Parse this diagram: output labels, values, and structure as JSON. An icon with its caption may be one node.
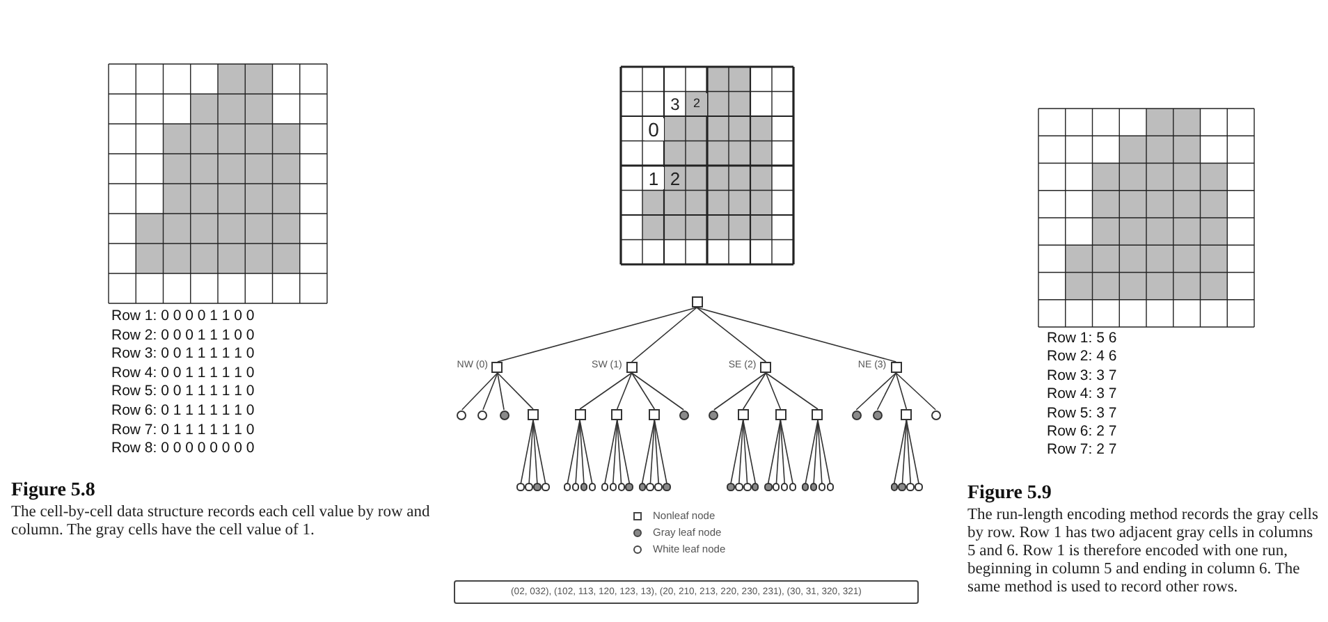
{
  "diagram": {
    "nodes": [
      {
        "text": [],
        "shape": "box"
      },
      {
        "text": [],
        "shape": "box",
        "beside": [
          "NW (0)"
        ]
      },
      {
        "text": [],
        "shape": "box",
        "beside": [
          "SW (1)"
        ]
      },
      {
        "text": [],
        "shape": "box",
        "beside": [
          "SE (2)"
        ]
      },
      {
        "text": [],
        "shape": "box",
        "beside": [
          "NE (3)"
        ]
      },
      {
        "text": [],
        "shape": "circle"
      },
      {
        "text": [],
        "shape": "circle"
      },
      {
        "text": [],
        "shape": "circle"
      },
      {
        "text": [],
        "shape": "box"
      },
      {
        "text": [],
        "shape": "box"
      },
      {
        "text": [],
        "shape": "box"
      },
      {
        "text": [],
        "shape": "box"
      },
      {
        "text": [],
        "shape": "circle"
      },
      {
        "text": [],
        "shape": "circle"
      },
      {
        "text": [],
        "shape": "box"
      },
      {
        "text": [],
        "shape": "box"
      },
      {
        "text": [],
        "shape": "box"
      },
      {
        "text": [],
        "shape": "circle"
      },
      {
        "text": [],
        "shape": "circle"
      },
      {
        "text": [],
        "shape": "box"
      },
      {
        "text": [],
        "shape": "circle"
      },
      {
        "text": [],
        "shape": "circle"
      },
      {
        "text": [],
        "shape": "circle"
      },
      {
        "text": [],
        "shape": "circle"
      },
      {
        "text": [],
        "shape": "circle"
      },
      {
        "text": [],
        "shape": "circle"
      },
      {
        "text": [],
        "shape": "circle"
      },
      {
        "text": [],
        "shape": "circle"
      },
      {
        "text": [],
        "shape": "circle"
      },
      {
        "text": [],
        "shape": "circle"
      },
      {
        "text": [],
        "shape": "circle"
      },
      {
        "text": [],
        "shape": "circle"
      },
      {
        "text": [],
        "shape": "circle"
      },
      {
        "text": [],
        "shape": "circle"
      },
      {
        "text": [],
        "shape": "circle"
      },
      {
        "text": [],
        "shape": "circle"
      },
      {
        "text": [],
        "shape": "circle"
      },
      {
        "text": [],
        "shape": "circle"
      },
      {
        "text": [],
        "shape": "circle"
      },
      {
        "text": [],
        "shape": "circle"
      },
      {
        "text": [],
        "shape": "circle"
      },
      {
        "text": [],
        "shape": "circle"
      },
      {
        "text": [],
        "shape": "circle"
      },
      {
        "text": [],
        "shape": "circle"
      },
      {
        "text": [],
        "shape": "circle"
      },
      {
        "text": [],
        "shape": "circle"
      },
      {
        "text": [],
        "shape": "circle"
      },
      {
        "text": [],
        "shape": "circle"
      },
      {
        "text": [],
        "shape": "circle"
      },
      {
        "text": [],
        "shape": "circle"
      },
      {
        "text": [],
        "shape": "circle"
      },
      {
        "text": [],
        "shape": "circle"
      },
      {
        "text": [],
        "shape": "circle"
      },
      {
        "text": [
          "(02, 032), (102, 113, 120, 123, 13), (20, 210, 213, 220, 230, 231), (30, 31, 320, 321)"
        ]
      }
    ],
    "edges": [
      {
        "from": 0,
        "to": 1,
        "arrow": "none"
      },
      {
        "from": 0,
        "to": 2,
        "arrow": "none"
      },
      {
        "from": 0,
        "to": 3,
        "arrow": "none"
      },
      {
        "from": 0,
        "to": 4,
        "arrow": "none"
      },
      {
        "from": 1,
        "to": 5,
        "arrow": "none"
      },
      {
        "from": 1,
        "to": 6,
        "arrow": "none"
      },
      {
        "from": 1,
        "to": 7,
        "arrow": "none"
      },
      {
        "from": 1,
        "to": 8,
        "arrow": "none"
      },
      {
        "from": 2,
        "to": 9,
        "arrow": "none"
      },
      {
        "from": 2,
        "to": 10,
        "arrow": "none"
      },
      {
        "from": 2,
        "to": 11,
        "arrow": "none"
      },
      {
        "from": 2,
        "to": 12,
        "arrow": "none"
      },
      {
        "from": 3,
        "to": 13,
        "arrow": "none"
      },
      {
        "from": 3,
        "to": 14,
        "arrow": "none"
      },
      {
        "from": 3,
        "to": 15,
        "arrow": "none"
      },
      {
        "from": 3,
        "to": 16,
        "arrow": "none"
      },
      {
        "from": 4,
        "to": 17,
        "arrow": "none"
      },
      {
        "from": 4,
        "to": 18,
        "arrow": "none"
      },
      {
        "from": 4,
        "to": 19,
        "arrow": "none"
      },
      {
        "from": 4,
        "to": 20,
        "arrow": "none"
      },
      {
        "from": 8,
        "to": 21,
        "arrow": "none"
      },
      {
        "from": 8,
        "to": 22,
        "arrow": "none"
      },
      {
        "from": 8,
        "to": 23,
        "arrow": "none"
      },
      {
        "from": 8,
        "to": 24,
        "arrow": "none"
      },
      {
        "from": 9,
        "to": 25,
        "arrow": "none"
      },
      {
        "from": 9,
        "to": 26,
        "arrow": "none"
      },
      {
        "from": 9,
        "to": 27,
        "arrow": "none"
      },
      {
        "from": 9,
        "to": 28,
        "arrow": "none"
      },
      {
        "from": 10,
        "to": 29,
        "arrow": "none"
      },
      {
        "from": 10,
        "to": 30,
        "arrow": "none"
      },
      {
        "from": 10,
        "to": 31,
        "arrow": "none"
      },
      {
        "from": 10,
        "to": 32,
        "arrow": "none"
      },
      {
        "from": 11,
        "to": 33,
        "arrow": "none"
      },
      {
        "from": 11,
        "to": 34,
        "arrow": "none"
      },
      {
        "from": 11,
        "to": 35,
        "arrow": "none"
      },
      {
        "from": 11,
        "to": 36,
        "arrow": "none"
      },
      {
        "from": 14,
        "to": 37,
        "arrow": "none"
      },
      {
        "from": 14,
        "to": 38,
        "arrow": "none"
      },
      {
        "from": 14,
        "to": 39,
        "arrow": "none"
      },
      {
        "from": 14,
        "to": 40,
        "arrow": "none"
      },
      {
        "from": 15,
        "to": 41,
        "arrow": "none"
      },
      {
        "from": 15,
        "to": 42,
        "arrow": "none"
      },
      {
        "from": 15,
        "to": 43,
        "arrow": "none"
      },
      {
        "from": 15,
        "to": 44,
        "arrow": "none"
      },
      {
        "from": 16,
        "to": 45,
        "arrow": "none"
      },
      {
        "from": 16,
        "to": 46,
        "arrow": "none"
      },
      {
        "from": 16,
        "to": 47,
        "arrow": "none"
      },
      {
        "from": 16,
        "to": 48,
        "arrow": "none"
      },
      {
        "from": 19,
        "to": 49,
        "arrow": "none"
      },
      {
        "from": 19,
        "to": 50,
        "arrow": "none"
      },
      {
        "from": 19,
        "to": 51,
        "arrow": "none"
      },
      {
        "from": 19,
        "to": 52,
        "arrow": "none"
      }
    ],
    "labels": [
      "Row 1: 0 0 0 0 1 1 0 0",
      "Row 2: 0 0 0 1 1 1 0 0",
      "Row 3: 0 0 1 1 1 1 1 0",
      "Row 4: 0 0 1 1 1 1 1 0",
      "Row 5: 0 0 1 1 1 1 1 0",
      "Row 6: 0 1 1 1 1 1 1 0",
      "Row 7: 0 1 1 1 1 1 1 0",
      "Row 8: 0 0 0 0 0 0 0 0",
      "Figure 5.8",
      "The cell-by-cell data structure records each cell value by row and column. The gray cells have the cell value of 1.",
      "0",
      "3",
      "2",
      "1",
      "2",
      "Row 1: 5 6",
      "Row 2: 4 6",
      "Row 3: 3 7",
      "Row 4: 3 7",
      "Row 5: 3 7",
      "Row 6: 2 7",
      "Row 7: 2 7",
      "Figure 5.9",
      "The run-length encoding method records the gray cells by row. Row 1 has two adjacent gray cells in columns 5 and 6. Row 1 is therefore encoded with one run, beginning in column 5 and ending in column 6. The same method is used to record other rows."
    ],
    "legend": [
      {
        "text": "Nonleaf node"
      },
      {
        "text": "Gray leaf node"
      },
      {
        "text": "White leaf node"
      }
    ]
  }
}
